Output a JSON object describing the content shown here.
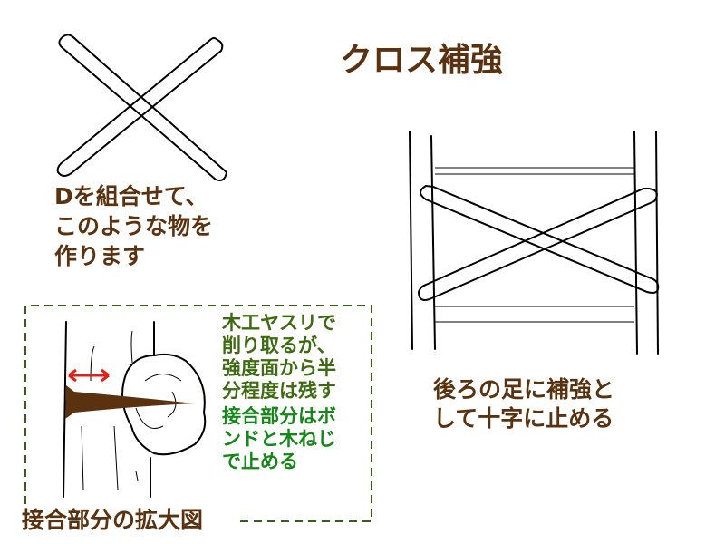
{
  "title": "クロス補強",
  "left_caption": [
    "Dを組合せて、",
    "このような物を",
    "作ります"
  ],
  "right_caption": [
    "後ろの足に補強と",
    "して十字に止める"
  ],
  "detail_note_1": [
    "木工ヤスリで",
    "削り取るが、",
    "強度面から半",
    "分程度は残す"
  ],
  "detail_note_2": [
    "接合部分はボ",
    "ンドと木ねじ",
    "で止める"
  ],
  "detail_label": "接合部分の拡大図",
  "colors": {
    "brown": "#5a3210",
    "dark_green": "#3d6a12",
    "green": "#17861a",
    "arrow": "#e0201a",
    "border": "#3d5a1a"
  }
}
